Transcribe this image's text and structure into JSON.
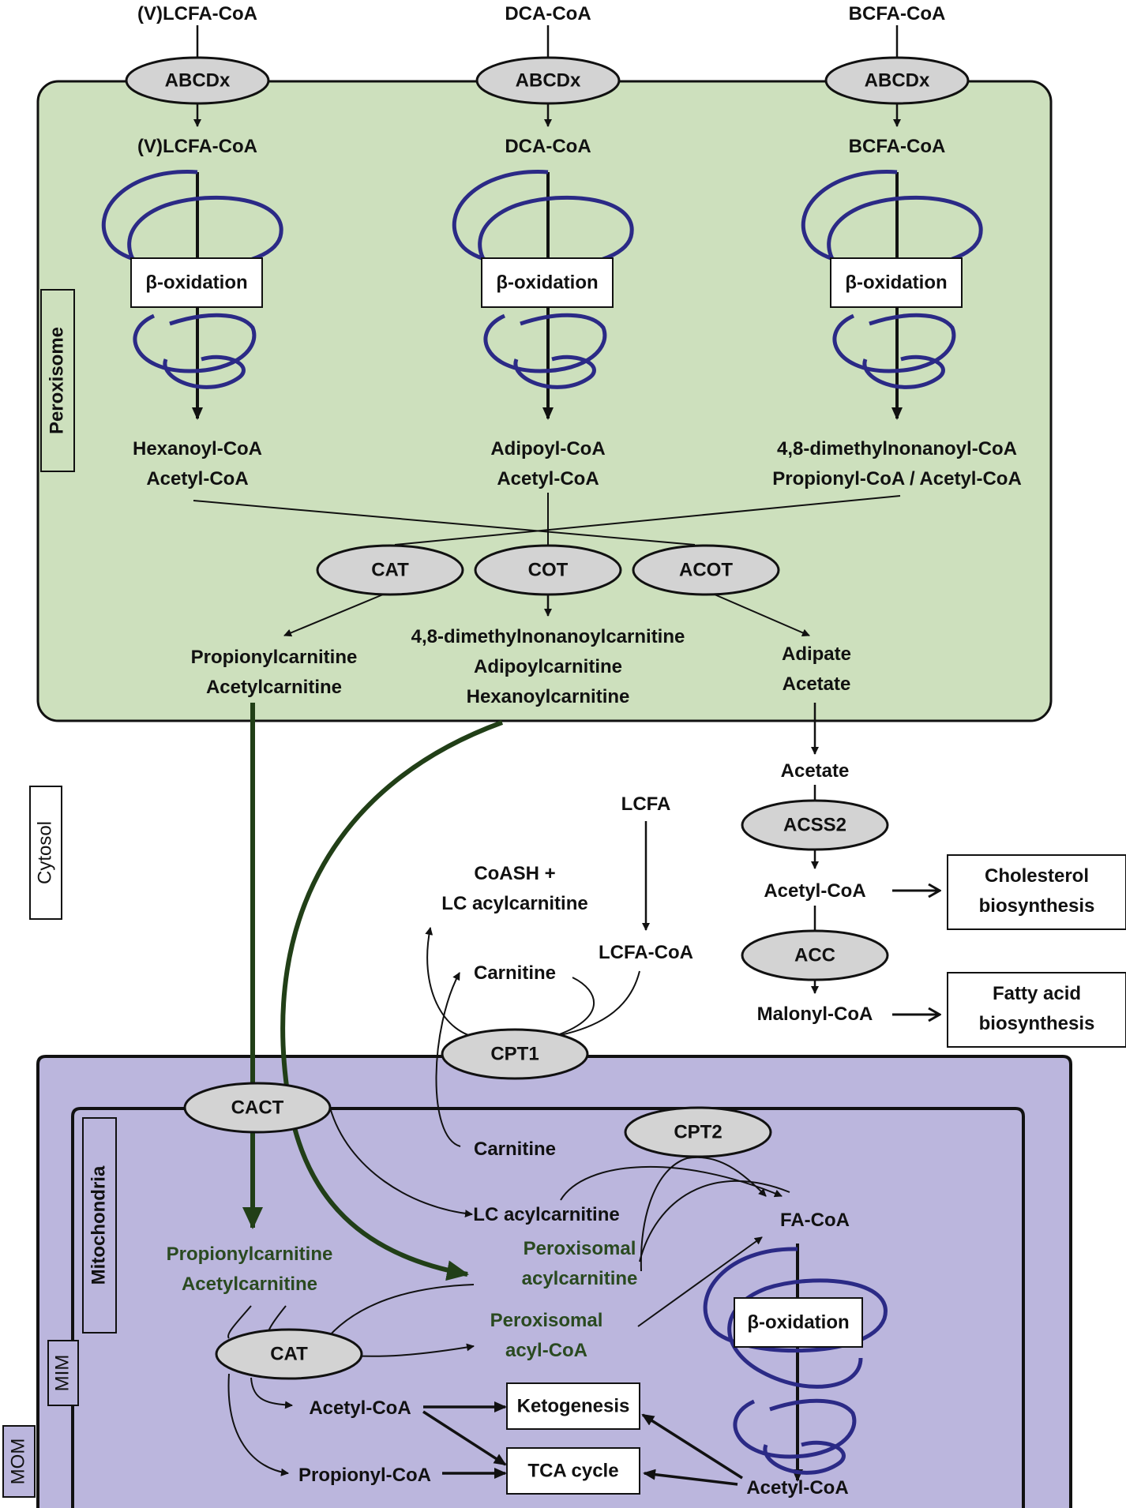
{
  "colors": {
    "peroxisome_fill": "#cde0bd",
    "mito_fill": "#bbb6dd",
    "enzyme_fill": "#d3d3d3",
    "helix": "#2b2a86",
    "green_arrow": "#213f17",
    "green_text": "#2a4a20"
  },
  "compartments": {
    "peroxisome": "Peroxisome",
    "cytosol": "Cytosol",
    "mitochondria": "Mitochondria",
    "mim": "MIM",
    "mom": "MOM"
  },
  "substrates": {
    "vlcfa_top": "(V)LCFA-CoA",
    "dca_top": "DCA-CoA",
    "bcfa_top": "BCFA-CoA",
    "vlcfa_in": "(V)LCFA-CoA",
    "dca_in": "DCA-CoA",
    "bcfa_in": "BCFA-CoA"
  },
  "enzymes": {
    "abcd1": "ABCDx",
    "abcd2": "ABCDx",
    "abcd3": "ABCDx",
    "cat": "CAT",
    "cot": "COT",
    "acot": "ACOT",
    "acss2": "ACSS2",
    "acc": "ACC",
    "cpt1": "CPT1",
    "cpt2": "CPT2",
    "cact": "CACT",
    "cat_mito": "CAT"
  },
  "beta_ox": {
    "b1": "β-oxidation",
    "b2": "β-oxidation",
    "b3": "β-oxidation",
    "b4": "β-oxidation"
  },
  "products": {
    "p1_line1": "Hexanoyl-CoA",
    "p1_line2": "Acetyl-CoA",
    "p2_line1": "Adipoyl-CoA",
    "p2_line2": "Acetyl-CoA",
    "p3_line1": "4,8-dimethylnonanoyl-CoA",
    "p3_line2": "Propionyl-CoA / Acetyl-CoA"
  },
  "carnitines": {
    "left_line1": "Propionylcarnitine",
    "left_line2": "Acetylcarnitine",
    "mid_line1": "4,8-dimethylnonanoylcarnitine",
    "mid_line2": "Adipoylcarnitine",
    "mid_line3": "Hexanoylcarnitine",
    "right_line1": "Adipate",
    "right_line2": "Acetate"
  },
  "cytosol": {
    "acetate": "Acetate",
    "acetyl_coa": "Acetyl-CoA",
    "malonyl_coa": "Malonyl-CoA",
    "cholesterol_line1": "Cholesterol",
    "cholesterol_line2": "biosynthesis",
    "fatty_line1": "Fatty acid",
    "fatty_line2": "biosynthesis",
    "lcfa": "LCFA",
    "lcfa_coa": "LCFA-CoA",
    "coash_line1": "CoASH +",
    "coash_line2": "LC acylcarnitine",
    "carnitine_cyt": "Carnitine"
  },
  "mito": {
    "carnitine": "Carnitine",
    "lc_acylcarnitine": "LC acylcarnitine",
    "fa_coa": "FA-CoA",
    "perox_acylcarn_line1": "Peroxisomal",
    "perox_acylcarn_line2": "acylcarnitine",
    "perox_acylcoa_line1": "Peroxisomal",
    "perox_acylcoa_line2": "acyl-CoA",
    "prop_carn": "Propionylcarnitine",
    "acetyl_carn": "Acetylcarnitine",
    "acetyl_coa_left": "Acetyl-CoA",
    "propionyl_coa": "Propionyl-CoA",
    "ketogenesis": "Ketogenesis",
    "tca": "TCA cycle",
    "acetyl_coa_right": "Acetyl-CoA"
  }
}
